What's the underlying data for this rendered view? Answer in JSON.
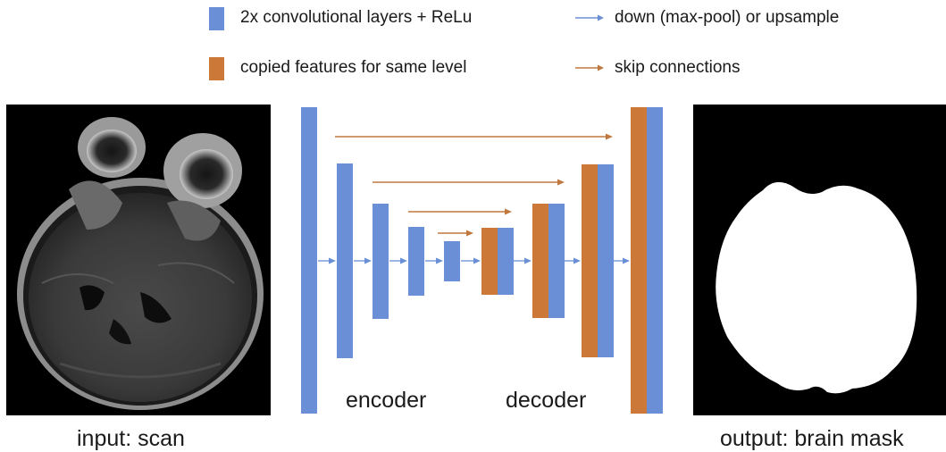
{
  "legend": {
    "conv_label": "2x convolutional layers + ReLu",
    "copied_label": "copied features for same level",
    "down_label": "down (max-pool) or upsample",
    "skip_label": "skip connections"
  },
  "diagram": {
    "encoder_label": "encoder",
    "decoder_label": "decoder"
  },
  "captions": {
    "input": "input: scan",
    "output": "output: brain mask"
  },
  "colors": {
    "conv_blue": "#6a8fd6",
    "copied_orange": "#cc7838",
    "down_arrow_blue": "#6a8fd6",
    "skip_arrow_orange": "#c0783f",
    "scan_background": "#000000",
    "mask_foreground": "#ffffff"
  }
}
